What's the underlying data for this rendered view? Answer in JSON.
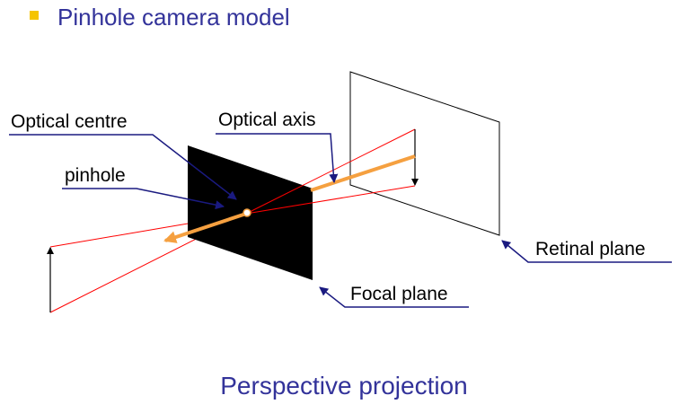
{
  "heading": "Pinhole camera model",
  "caption": "Perspective projection",
  "labels": {
    "optical_centre": "Optical centre",
    "optical_axis": "Optical axis",
    "pinhole": "pinhole",
    "retinal_plane": "Retinal plane",
    "focal_plane": "Focal plane"
  },
  "colors": {
    "heading_text": "#33339a",
    "bullet": "#f5c400",
    "leader": "#1a1a80",
    "ray": "#ff0000",
    "optical_axis": "#f5a040",
    "focal_plane": "#000000"
  }
}
